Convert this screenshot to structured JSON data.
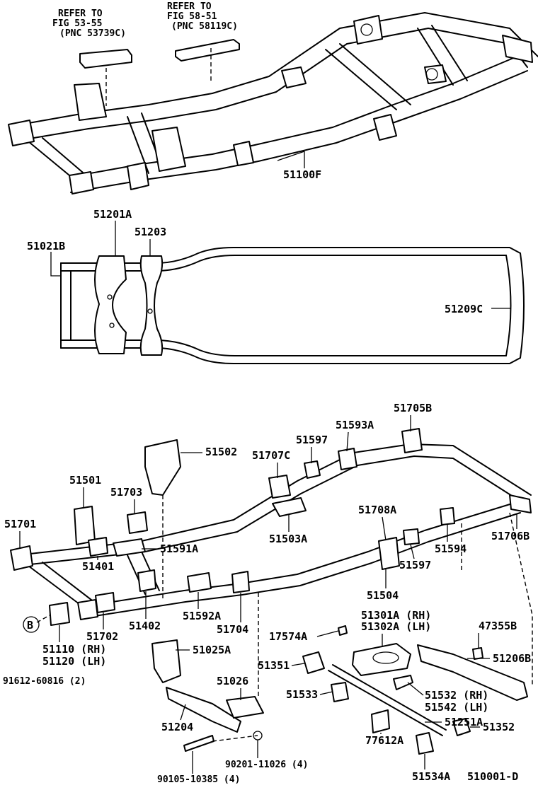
{
  "top_section": {
    "refer_left": [
      "REFER TO",
      "FIG 53-55",
      "(PNC 53739C)"
    ],
    "refer_right": [
      "REFER TO",
      "FIG 58-51",
      "(PNC 58119C)"
    ],
    "frame_part": "51100F"
  },
  "middle_section": {
    "labels": [
      "51201A",
      "51203",
      "51021B",
      "51209C"
    ]
  },
  "bottom_section": {
    "labels": {
      "p51705B": "51705B",
      "p51593A": "51593A",
      "p51597a": "51597",
      "p51502": "51502",
      "p51707C": "51707C",
      "p51501": "51501",
      "p51703": "51703",
      "p51503A": "51503A",
      "p51708A": "51708A",
      "p51701": "51701",
      "p51591A": "51591A",
      "p51706B": "51706B",
      "p51401": "51401",
      "p51597b": "51597",
      "p51594": "51594",
      "p51504": "51504",
      "p51702": "51702",
      "p51402": "51402",
      "p51592A": "51592A",
      "p51704": "51704",
      "p51301": "51301A (RH)",
      "p51302": "51302A (LH)",
      "p17574A": "17574A",
      "p47355B": "47355B",
      "p51110": "51110 (RH)",
      "p51120": "51120 (LH)",
      "p51025A": "51025A",
      "p51206B": "51206B",
      "p51351": "51351",
      "p91612": "91612-60816 (2)",
      "p51026": "51026",
      "p51533": "51533",
      "p51532": "51532 (RH)",
      "p51542": "51542 (LH)",
      "p51204": "51204",
      "p51251A": "51251A",
      "p77612A": "77612A",
      "p51352": "51352",
      "p90201": "90201-11026 (4)",
      "p90105": "90105-10385 (4)",
      "p51534A": "51534A",
      "code": "510001-D"
    },
    "circle_marker": "B"
  }
}
